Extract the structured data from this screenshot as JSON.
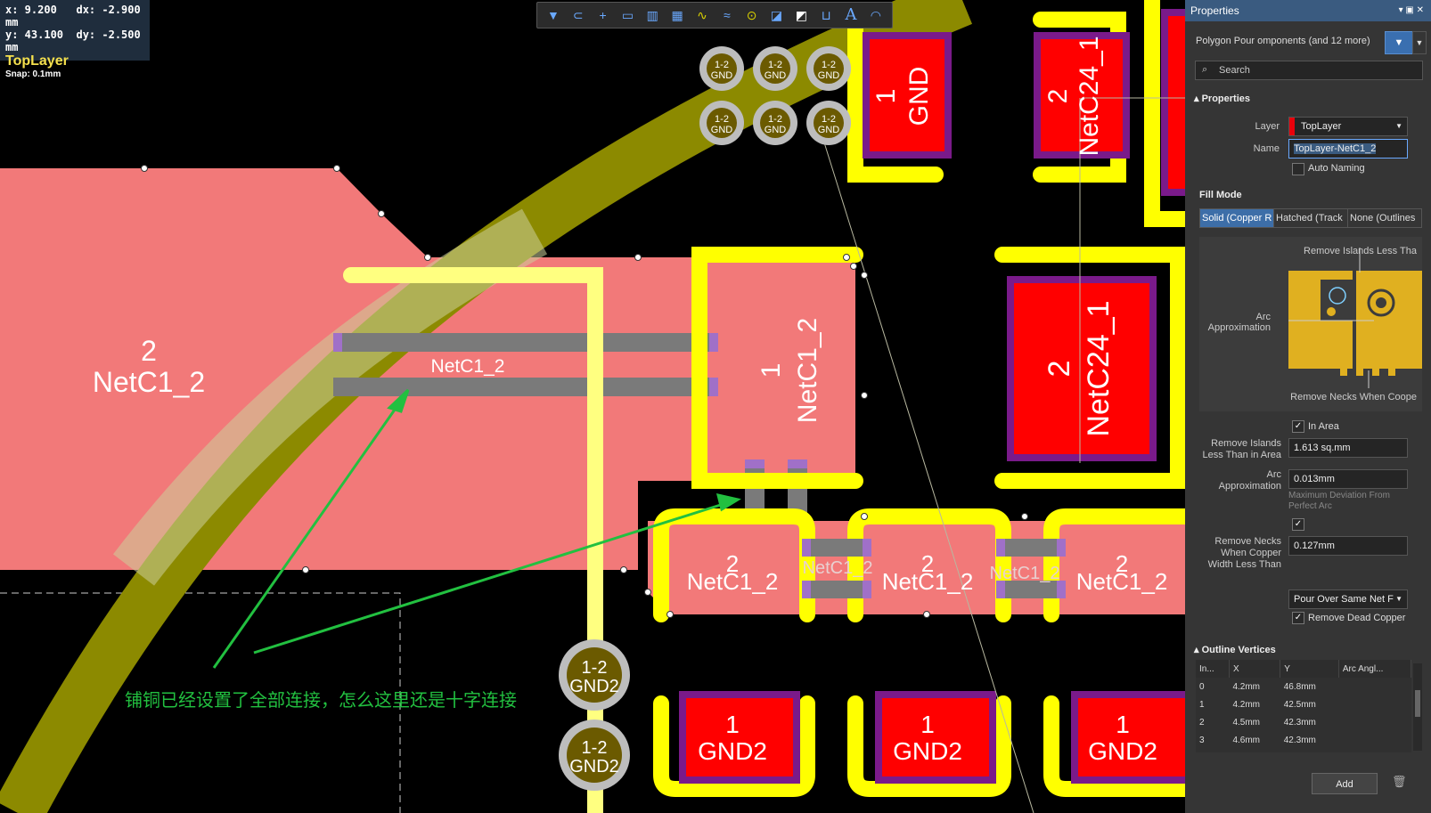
{
  "status": {
    "x": "x: 9.200",
    "dx": "dx: -2.900 mm",
    "y": "y: 43.100",
    "dy": "dy: -2.500 mm",
    "layer": "TopLayer",
    "snap": "Snap: 0.1mm"
  },
  "toolbar": {
    "tools": [
      "filter-icon",
      "route-icon",
      "add-icon",
      "select-area-icon",
      "bar-chart-icon",
      "component-icon",
      "route-multi-icon",
      "diff-pair-icon",
      "via-icon",
      "fill-icon",
      "polygon-icon",
      "dimension-icon",
      "text-icon",
      "arc-icon"
    ]
  },
  "board": {
    "via_label_1": "1-2",
    "via_label_2": "GND",
    "via_label_big_2": "GND2",
    "pour_left_num": "2",
    "pour_left_net": "NetC1_2",
    "track_label": "NetC1_2",
    "pad_c1_num": "1",
    "pad_c1_net": "NetC1_2",
    "pad_gnd_top_num": "1",
    "pad_gnd_top_net": "GND",
    "pad_c24_small_num": "2",
    "pad_c24_small_net": "NetC24_1",
    "pad_c24_big_num": "2",
    "pad_c24_big_net": "NetC24_1",
    "small_pad_1_num": "2",
    "small_pad_1_net": "NetC1_2",
    "small_pad_2_num": "2",
    "small_pad_2_net": "NetC1_2",
    "small_pad_3_num": "2",
    "small_pad_3_net": "NetC1_2",
    "mid_label_1": "NetC1_2",
    "mid_label_2": "NetC1_2",
    "gnd2_num": "1",
    "gnd2_net": "GND2",
    "annotation": "铺铜已经设置了全部连接，怎么这里还是十字连接"
  },
  "panel": {
    "title": "Properties",
    "title_controls": "▾ ▣ ✕",
    "object": "Polygon Pour  omponents (and 12 more)",
    "search_placeholder": "Search",
    "sec_properties": "Properties",
    "layer_label": "Layer",
    "layer_value": "TopLayer",
    "layer_color": "#e8000b",
    "name_label": "Name",
    "name_value": "TopLayer-NetC1_2",
    "auto_naming": "Auto Naming",
    "fill_mode": "Fill Mode",
    "fill_tabs": [
      "Solid (Copper R",
      "Hatched (Track",
      "None (Outlines"
    ],
    "diagram_remove_islands": "Remove Islands Less Tha",
    "diagram_arc_1": "Arc",
    "diagram_arc_2": "Approximation",
    "diagram_remove_necks": "Remove Necks When Coope",
    "in_area": "In Area",
    "remove_islands_label_1": "Remove Islands",
    "remove_islands_label_2": "Less Than in Area",
    "remove_islands_value": "1.613 sq.mm",
    "arc_label_1": "Arc",
    "arc_label_2": "Approximation",
    "arc_value": "0.013mm",
    "arc_hint_1": "Maximum Deviation From",
    "arc_hint_2": "Perfect Arc",
    "necks_label_1": "Remove Necks",
    "necks_label_2": "When Copper",
    "necks_label_3": "Width Less Than",
    "necks_value": "0.127mm",
    "pour_over": "Pour Over Same Net F",
    "remove_dead": "Remove Dead Copper",
    "outline_vertices": "Outline Vertices",
    "vertex_headers": [
      "In...",
      "X",
      "Y",
      "Arc Angl..."
    ],
    "vertices": [
      [
        "0",
        "4.2mm",
        "46.8mm",
        ""
      ],
      [
        "1",
        "4.2mm",
        "42.5mm",
        ""
      ],
      [
        "2",
        "4.5mm",
        "42.3mm",
        ""
      ],
      [
        "3",
        "4.6mm",
        "42.3mm",
        ""
      ]
    ],
    "add_button": "Add"
  }
}
